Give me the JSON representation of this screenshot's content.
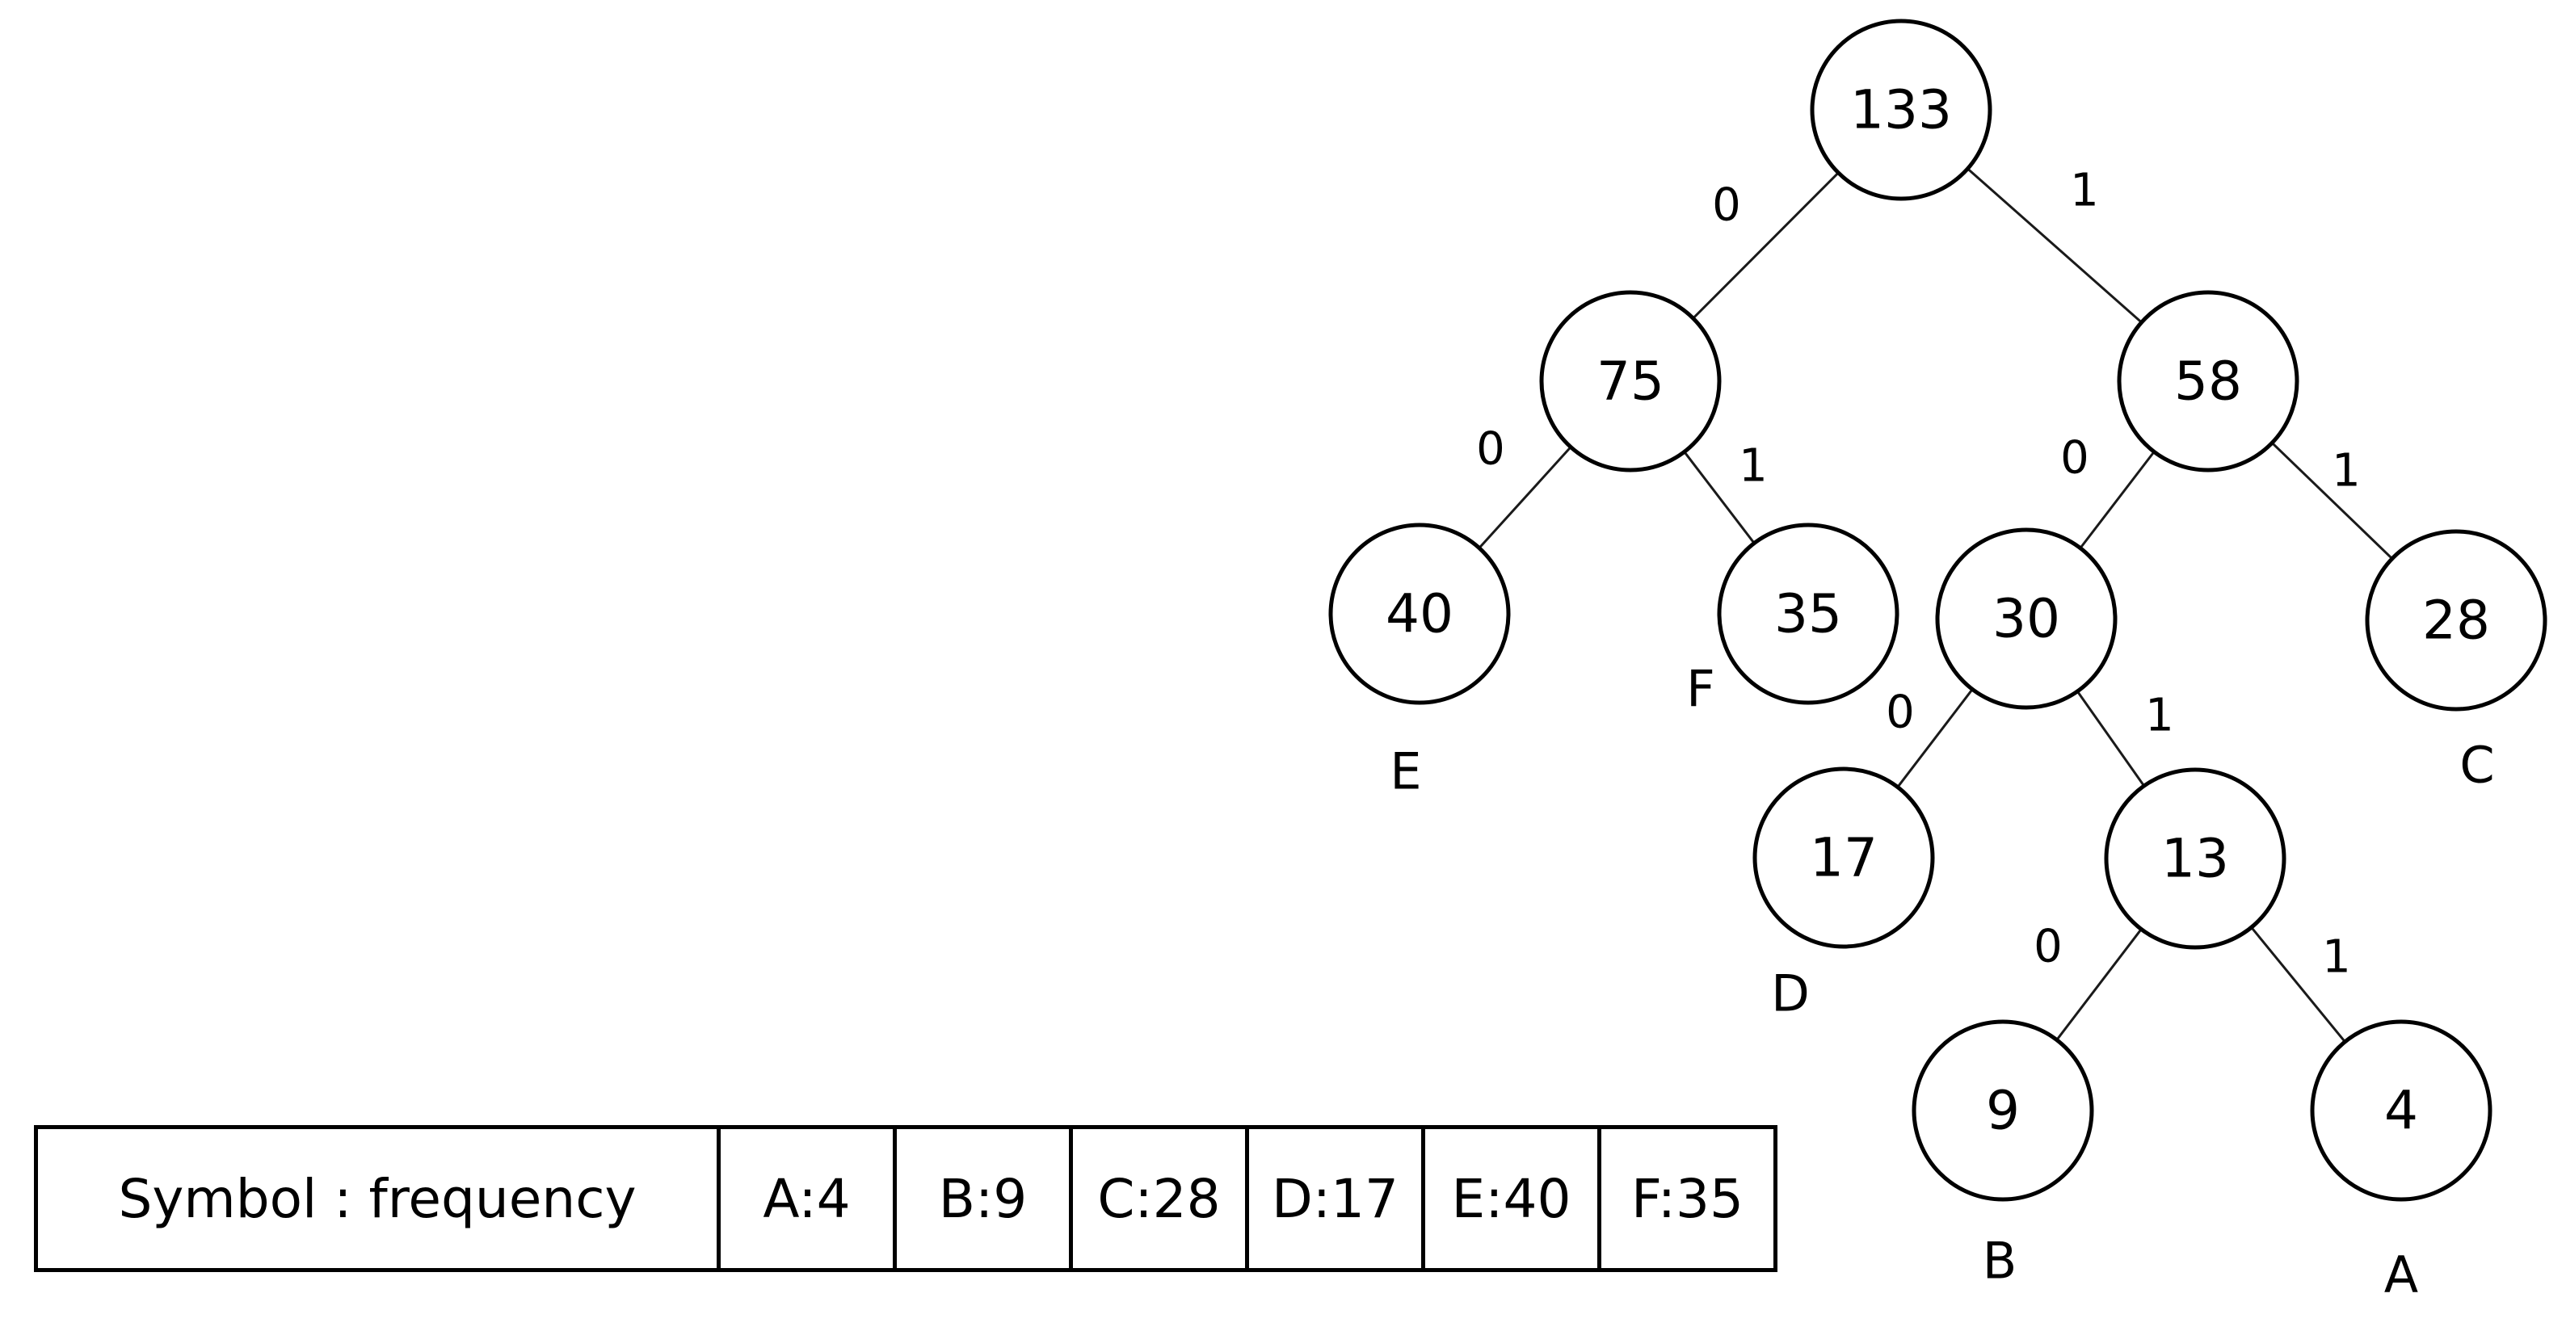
{
  "tree": {
    "nodes": [
      {
        "id": "n133",
        "value": "133",
        "symbol": ""
      },
      {
        "id": "n75",
        "value": "75",
        "symbol": ""
      },
      {
        "id": "n58",
        "value": "58",
        "symbol": ""
      },
      {
        "id": "n40",
        "value": "40",
        "symbol": "E"
      },
      {
        "id": "n35",
        "value": "35",
        "symbol": "F"
      },
      {
        "id": "n30",
        "value": "30",
        "symbol": ""
      },
      {
        "id": "n28",
        "value": "28",
        "symbol": "C"
      },
      {
        "id": "n17",
        "value": "17",
        "symbol": "D"
      },
      {
        "id": "n13",
        "value": "13",
        "symbol": ""
      },
      {
        "id": "n9",
        "value": "9",
        "symbol": "B"
      },
      {
        "id": "n4",
        "value": "4",
        "symbol": "A"
      }
    ],
    "edges": [
      {
        "from": "n133",
        "to": "n75",
        "bit": "0"
      },
      {
        "from": "n133",
        "to": "n58",
        "bit": "1"
      },
      {
        "from": "n75",
        "to": "n40",
        "bit": "0"
      },
      {
        "from": "n75",
        "to": "n35",
        "bit": "1"
      },
      {
        "from": "n58",
        "to": "n30",
        "bit": "0"
      },
      {
        "from": "n58",
        "to": "n28",
        "bit": "1"
      },
      {
        "from": "n30",
        "to": "n17",
        "bit": "0"
      },
      {
        "from": "n30",
        "to": "n13",
        "bit": "1"
      },
      {
        "from": "n13",
        "to": "n9",
        "bit": "0"
      },
      {
        "from": "n13",
        "to": "n4",
        "bit": "1"
      }
    ]
  },
  "table": {
    "header": "Symbol : frequency",
    "cells": [
      "A:4",
      "B:9",
      "C:28",
      "D:17",
      "E:40",
      "F:35"
    ]
  }
}
